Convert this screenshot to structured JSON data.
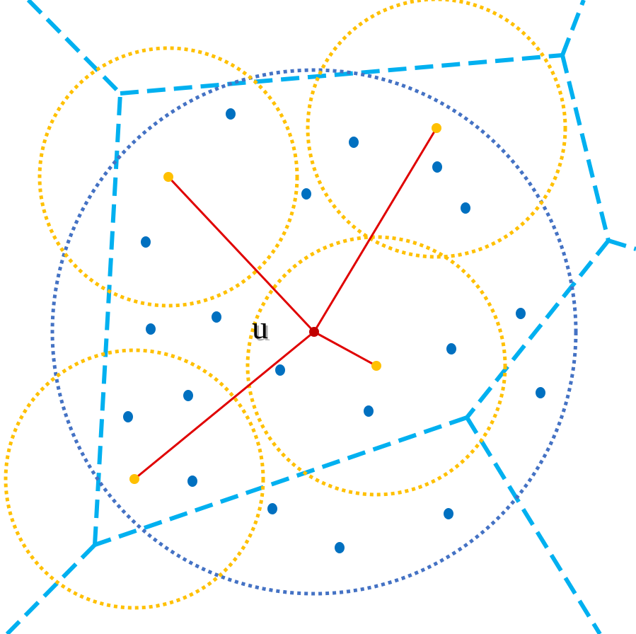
{
  "diagram": {
    "center_label": "u",
    "colors": {
      "voronoi_edge": "#00B0F0",
      "outer_circle": "#4472C4",
      "cluster_circle": "#FFC000",
      "link": "#E00000",
      "center_point": "#C00000",
      "cluster_center": "#FFC000",
      "node": "#0070C0"
    },
    "node_count": 23,
    "cluster_count": 4
  }
}
